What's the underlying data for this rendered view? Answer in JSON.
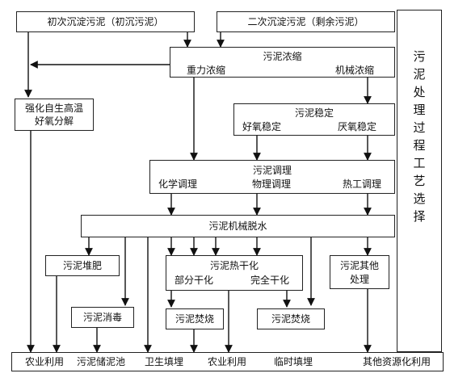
{
  "nodes": {
    "primary_sludge": "初次沉淀污泥（初沉污泥）",
    "secondary_sludge": "二次沉淀污泥（剩余污泥）",
    "thickening": {
      "title": "污泥浓缩",
      "gravity": "重力浓缩",
      "mechanical": "机械浓缩"
    },
    "aerobic_digestion": {
      "line1": "强化自生高温",
      "line2": "好氧分解"
    },
    "stabilization": {
      "title": "污泥稳定",
      "aerobic": "好氧稳定",
      "anaerobic": "厌氧稳定"
    },
    "conditioning": {
      "title": "污泥调理",
      "chemical": "化学调理",
      "physical": "物理调理",
      "thermal": "热工调理"
    },
    "dewatering": "污泥机械脱水",
    "composting": "污泥堆肥",
    "disinfection": "污泥消毒",
    "heat_drying": {
      "title": "污泥热干化",
      "partial": "部分干化",
      "complete": "完全干化"
    },
    "incineration_a": "污泥焚烧",
    "incineration_b": "污泥焚烧",
    "other_treatment": {
      "line1": "污泥其他",
      "line2": "处理"
    },
    "side_title": "污泥处理过程工艺选择"
  },
  "disposal": {
    "agri_1": "农业利用",
    "storage_pond": "污泥储泥池",
    "sanitary_landfill": "卫生填埋",
    "agri_2": "农业利用",
    "temp_landfill": "临时填埋",
    "other_reuse": "其他资源化利用"
  }
}
